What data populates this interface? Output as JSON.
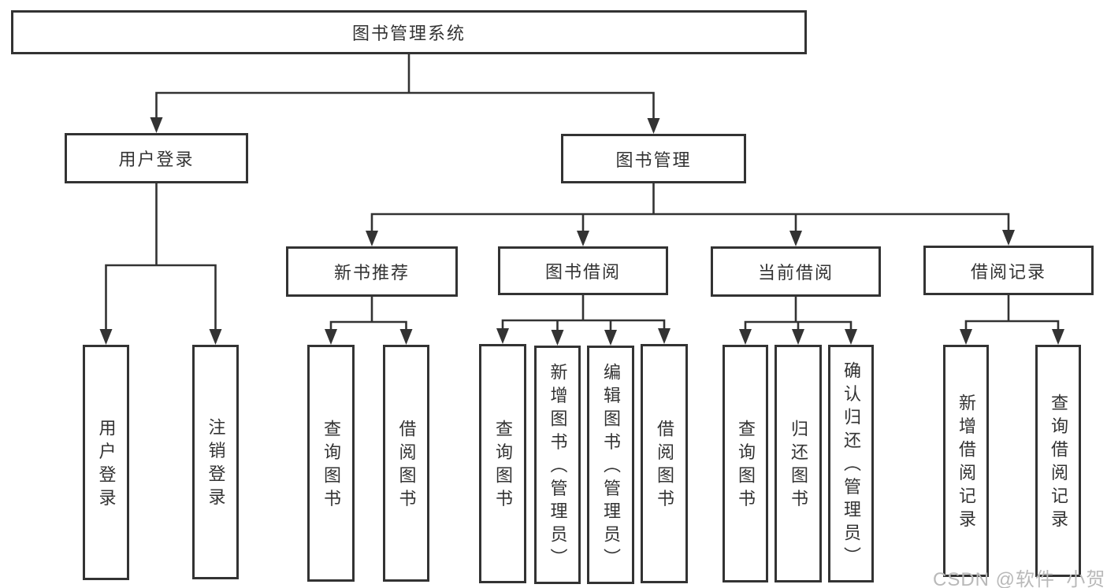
{
  "tree": {
    "root": {
      "label": "图书管理系统",
      "children": [
        {
          "label": "用户登录",
          "children": [
            {
              "label": "用户登录"
            },
            {
              "label": "注销登录"
            }
          ]
        },
        {
          "label": "图书管理",
          "children": [
            {
              "label": "新书推荐",
              "children": [
                {
                  "label": "查询图书"
                },
                {
                  "label": "借阅图书"
                }
              ]
            },
            {
              "label": "图书借阅",
              "children": [
                {
                  "label": "查询图书"
                },
                {
                  "label": "新增图书（管理员）"
                },
                {
                  "label": "编辑图书（管理员）"
                },
                {
                  "label": "借阅图书"
                }
              ]
            },
            {
              "label": "当前借阅",
              "children": [
                {
                  "label": "查询图书"
                },
                {
                  "label": "归还图书"
                },
                {
                  "label": "确认归还（管理员）"
                }
              ]
            },
            {
              "label": "借阅记录",
              "children": [
                {
                  "label": "新增借阅记录"
                },
                {
                  "label": "查询借阅记录"
                }
              ]
            }
          ]
        }
      ]
    }
  },
  "watermark": "CSDN @软件_小贺同学",
  "colors": {
    "line": "#333333",
    "text": "#333333",
    "bg": "#ffffff",
    "watermark": "#b9b9b9"
  }
}
